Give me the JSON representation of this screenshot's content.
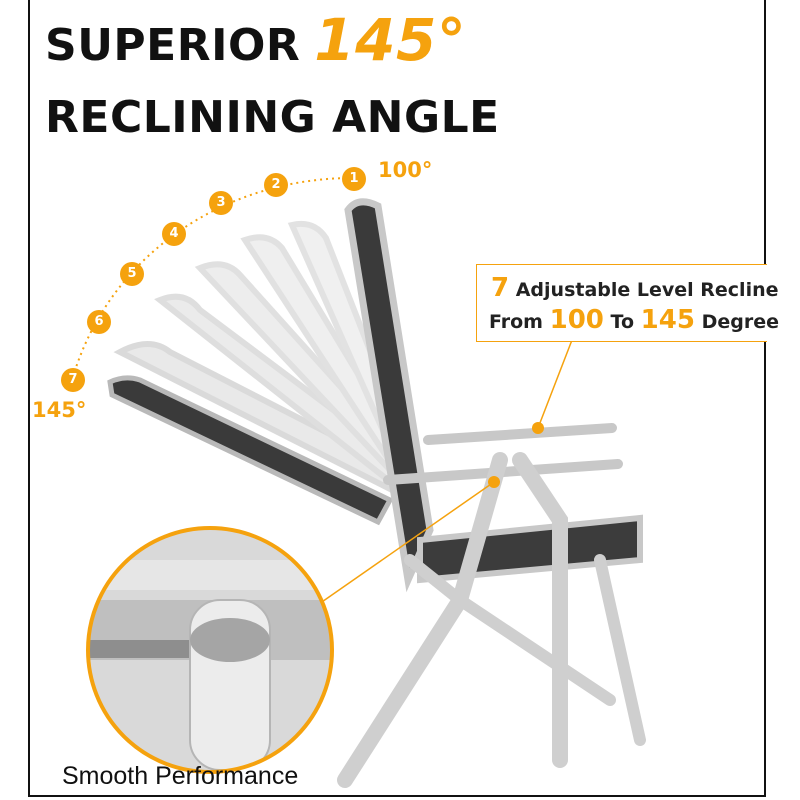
{
  "headline": {
    "line1_prefix": "SUPERIOR",
    "angle": "145°",
    "line2": "RECLINING ANGLE"
  },
  "recline_scale": {
    "steps": [
      "1",
      "2",
      "3",
      "4",
      "5",
      "6",
      "7"
    ],
    "start_label": "100°",
    "end_label": "145°"
  },
  "callout": {
    "count": "7",
    "line1_rest": "Adjustable Level Recline",
    "from_word": "From",
    "from_value": "100",
    "to_word": "To",
    "to_value": "145",
    "unit_word": "Degree"
  },
  "detail": {
    "caption": "Smooth Performance"
  },
  "colors": {
    "accent": "#f5a20e",
    "mesh": "#3a3a3a",
    "frame": "#c8c8c8"
  }
}
